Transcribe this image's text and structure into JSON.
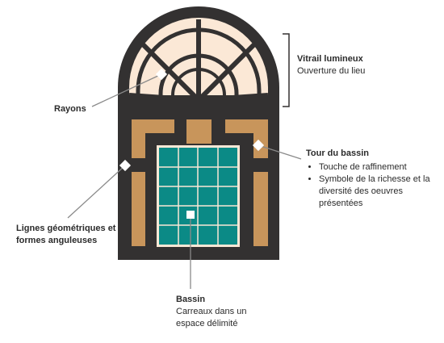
{
  "colors": {
    "frame": "#333131",
    "glass": "#fbe8d6",
    "ochre": "#c8955b",
    "teal": "#0b8a86",
    "callout": "#8a8a8a"
  },
  "callouts": {
    "vitrail": {
      "title": "Vitrail lumineux",
      "subtitle": "Ouverture du lieu"
    },
    "rayons": {
      "title": "Rayons"
    },
    "tour": {
      "title": "Tour du bassin",
      "bullets": [
        "Touche de raffinement",
        "Symbole de la richesse et la diversité des oeuvres présentées"
      ]
    },
    "lignes": {
      "title": "Lignes géométriques et formes anguleuses"
    },
    "bassin": {
      "title": "Bassin",
      "subtitle": "Carreaux dans un espace délimité"
    }
  }
}
